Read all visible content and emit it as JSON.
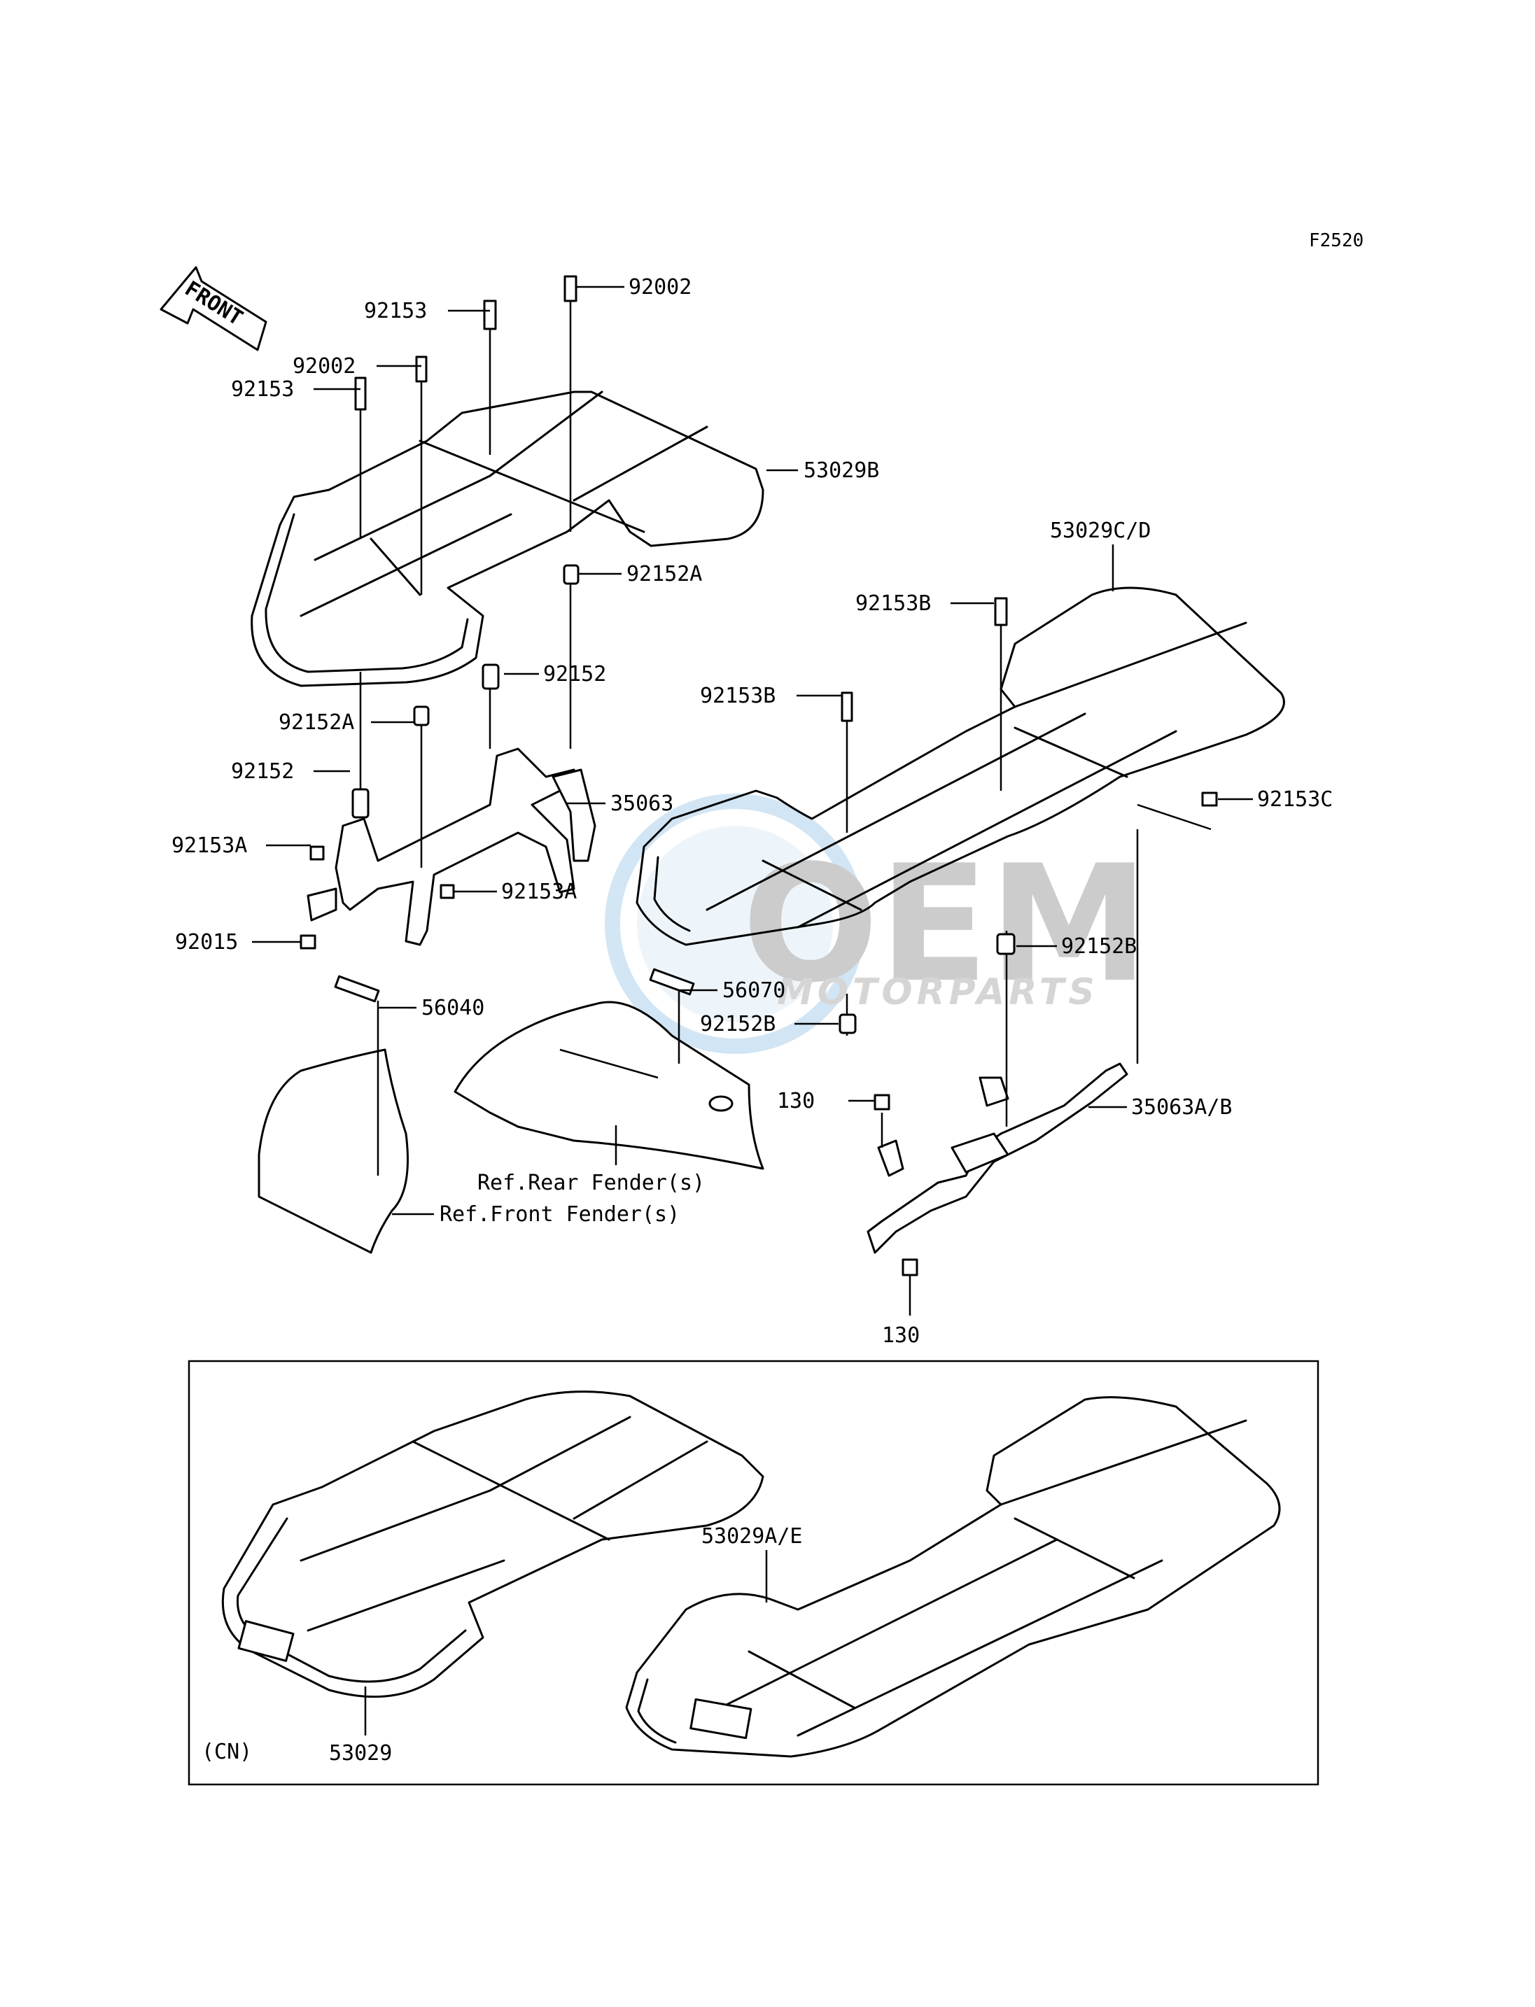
{
  "diagram_code": "F2520",
  "front_marker": "FRONT",
  "watermark": {
    "brand": "OEM",
    "sub": "MOTORPARTS"
  },
  "callouts": {
    "c92002_top": "92002",
    "c92153_top": "92153",
    "c92002_mid": "92002",
    "c92153_left": "92153",
    "c53029B": "53029B",
    "c92152A_right": "92152A",
    "c92152_mid": "92152",
    "c92152A_left": "92152A",
    "c92152_left": "92152",
    "c35063": "35063",
    "c92153A_left": "92153A",
    "c92153A_right": "92153A",
    "c92015": "92015",
    "c56040": "56040",
    "c56070": "56070",
    "c92152B_low": "92152B",
    "c53029CD": "53029C/D",
    "c92153B_top": "92153B",
    "c92153B_mid": "92153B",
    "c92153C": "92153C",
    "c92152B_right": "92152B",
    "c130_top": "130",
    "c130_bottom": "130",
    "c35063AB": "35063A/B",
    "ref_rear": "Ref.Rear Fender(s)",
    "ref_front": "Ref.Front Fender(s)"
  },
  "inset": {
    "region_label": "(CN)",
    "c53029": "53029",
    "c53029AE": "53029A/E"
  }
}
